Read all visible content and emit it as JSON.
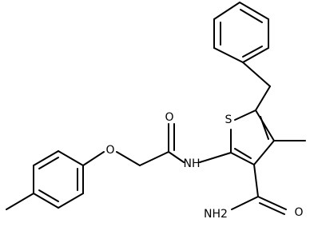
{
  "molecule": {
    "atoms": {
      "sulfur": "S",
      "amide_oxygen": "O",
      "ether_oxygen": "O",
      "amide_nh": "NH",
      "carboxamide_nh2": "NH2",
      "carboxamide_oxygen": "O"
    },
    "colors": {
      "bond": "#000000",
      "label": "#000000",
      "background": "#ffffff"
    }
  }
}
